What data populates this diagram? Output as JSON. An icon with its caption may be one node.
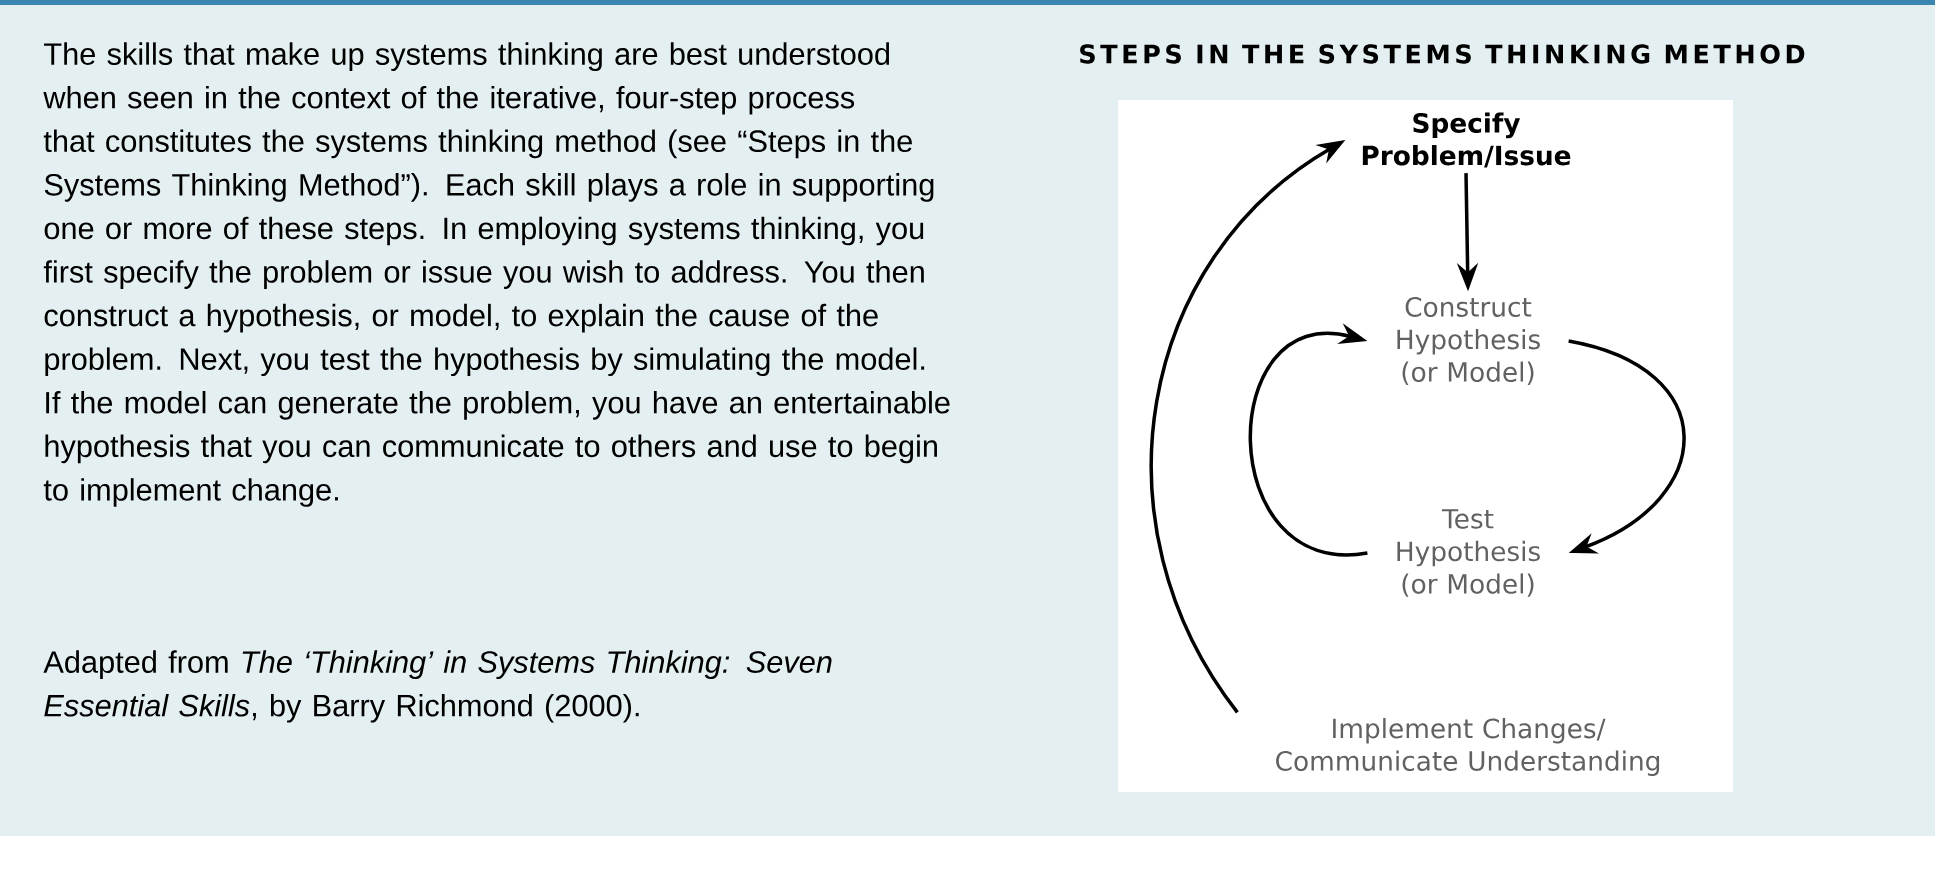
{
  "diagram": {
    "title": "STEPS IN THE SYSTEMS THINKING METHOD",
    "nodes": [
      {
        "text": [
          "Specify Problem/Issue"
        ]
      },
      {
        "text": [
          "Construct Hypothesis (or Model)"
        ]
      },
      {
        "text": [
          "Test Hypothesis (or Model)"
        ]
      },
      {
        "text": [
          "Implement Changes/ Communicate Understanding"
        ]
      }
    ],
    "edges": [
      {
        "from": 0,
        "to": 1,
        "arrow": "to"
      },
      {
        "from": 1,
        "to": 2,
        "arrow": "to"
      },
      {
        "from": 2,
        "to": 1,
        "arrow": "to"
      },
      {
        "from": 3,
        "to": 0,
        "arrow": "to"
      }
    ],
    "labels": [
      "The skills that make up systems thinking are best understood when seen in the context of the iterative, four-step process that constitutes the systems thinking method (see “Steps in the Systems Thinking Method”). Each skill plays a role in supporting one or more of these steps. In employing systems thinking, you first specify the problem or issue you wish to address. You then construct a hypothesis, or model, to explain the cause of the problem. Next, you test the hypothesis by simulating the model. If the model can generate the problem, you have an entertainable hypothesis that you can communicate to others and use to begin to implement change.",
      "Adapted from *The ‘Thinking’ in Systems Thinking: Seven Essential Skills*, by Barry Richmond (2000)."
    ]
  }
}
